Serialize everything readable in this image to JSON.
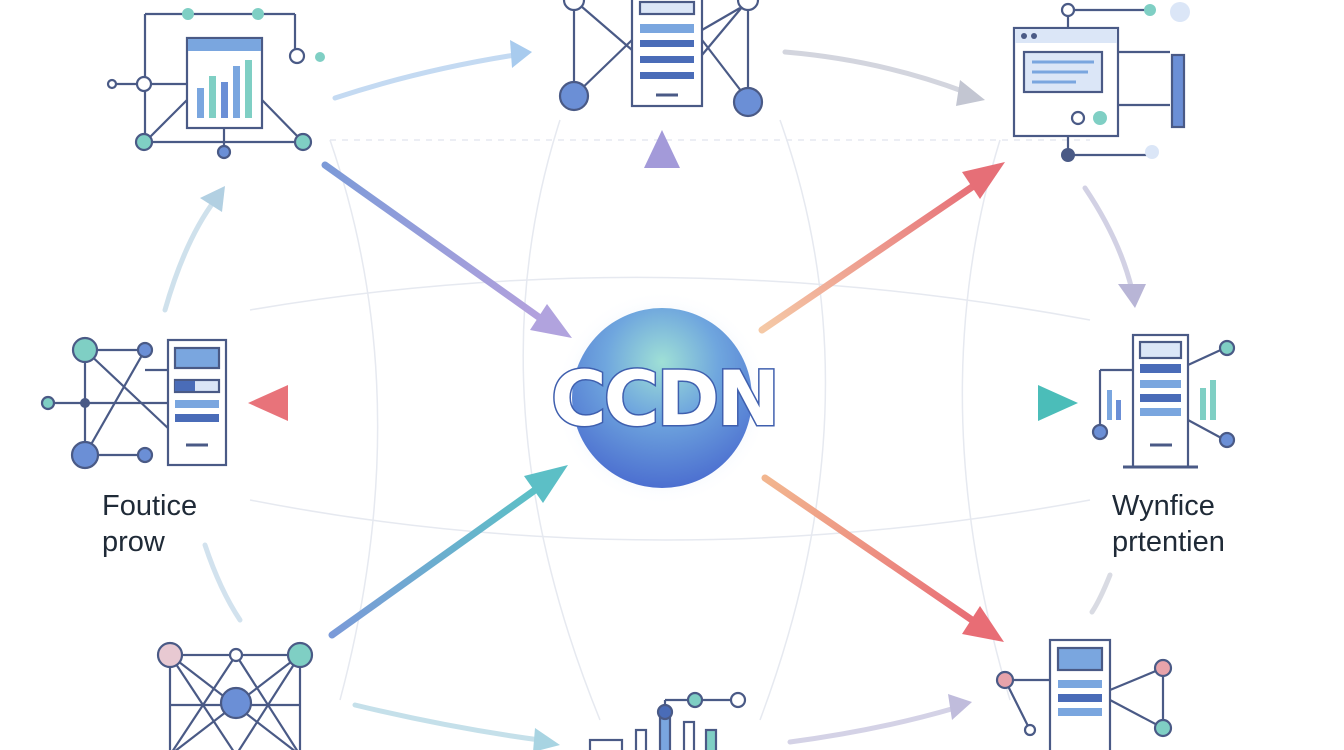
{
  "hub": {
    "text": "CCDN",
    "color_top": "#8fd6cf",
    "color_bottom": "#4f78d4",
    "glow": "#dce9fb"
  },
  "labels": {
    "left": {
      "line1": "Foutice",
      "line2": "prow"
    },
    "right": {
      "line1": "Wynfice",
      "line2": "prtentien"
    }
  },
  "colors": {
    "outline": "#4a5a86",
    "screen_fill": "#dbe6f7",
    "screen_bar": "#7aa6df",
    "node_blue": "#6b8fd6",
    "node_teal": "#7fcfc4",
    "node_pink": "#e8a3aa",
    "arrow_purple": "#a79bd8",
    "arrow_red": "#e8737a",
    "arrow_teal": "#53c1c0",
    "arrow_blue": "#6aa6df",
    "arrow_peach": "#f0b08e",
    "arrow_grey": "#b9bfd0"
  },
  "icons": [
    "dashboard-chart-icon",
    "server-rack-icon",
    "browser-window-icon",
    "server-network-icon",
    "server-chart-icon",
    "mesh-network-icon",
    "bar-chart-icon",
    "server-hub-icon"
  ]
}
